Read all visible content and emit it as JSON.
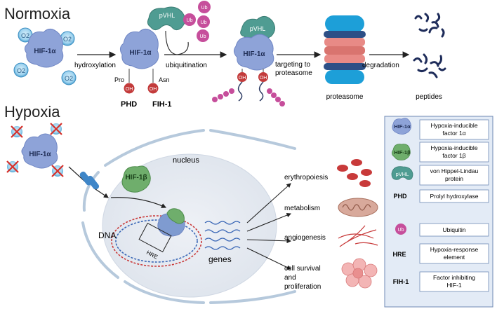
{
  "sections": {
    "normoxia": "Normoxia",
    "hypoxia": "Hypoxia"
  },
  "normoxia": {
    "o2": "O2",
    "hif1a": "HIF-1α",
    "hydroxylation": "hydroxylation",
    "pvhl": "pVHL",
    "ub": "Ub",
    "ubiquitination": "ubiquitination",
    "pro": "Pro",
    "asn": "Asn",
    "oh": "OH",
    "phd": "PHD",
    "fih1": "FIH-1",
    "targeting_line1": "targeting to",
    "targeting_line2": "proteasome",
    "proteasome": "proteasome",
    "degradation": "degradation",
    "peptides": "peptides"
  },
  "hypoxia": {
    "hif1a": "HIF-1α",
    "hif1b": "HIF-1β",
    "nucleus": "nucleus",
    "dna": "DNA",
    "hre": "HRE",
    "genes": "genes",
    "outcomes": [
      "erythropoiesis",
      "metabolism",
      "angiogenesis",
      "cell survival",
      "and",
      "proliferation"
    ]
  },
  "legend": {
    "items": [
      {
        "symbol": "HIF-1α",
        "line1": "Hypoxia-inducible",
        "line2": "factor 1α"
      },
      {
        "symbol": "HIF-1β",
        "line1": "Hypoxia-inducible",
        "line2": "factor 1β"
      },
      {
        "symbol": "pVHL",
        "line1": "von Hippel-Lindau",
        "line2": "protein"
      },
      {
        "symbol": "PHD",
        "line1": "Prolyl hydroxylase",
        "line2": ""
      },
      {
        "symbol": "Ub",
        "line1": "Ubiquitin",
        "line2": ""
      },
      {
        "symbol": "HRE",
        "line1": "Hypoxia-response",
        "line2": "element"
      },
      {
        "symbol": "FIH-1",
        "line1": "Factor inhibiting",
        "line2": "HIF-1"
      }
    ]
  },
  "colors": {
    "hif1a": "#8ea3d8",
    "pvhl": "#4f9c92",
    "hif1b": "#6fae6c",
    "ub": "#c64e9b",
    "oh": "#c33b3b",
    "proteasome_blue": "#1d9fd8",
    "proteasome_pink": "#e88a86",
    "proteasome_dark": "#2d4f86",
    "peptide": "#1e2c5a",
    "nucleus_fill": "#e8ecf2",
    "membrane": "#b6c9dc"
  }
}
